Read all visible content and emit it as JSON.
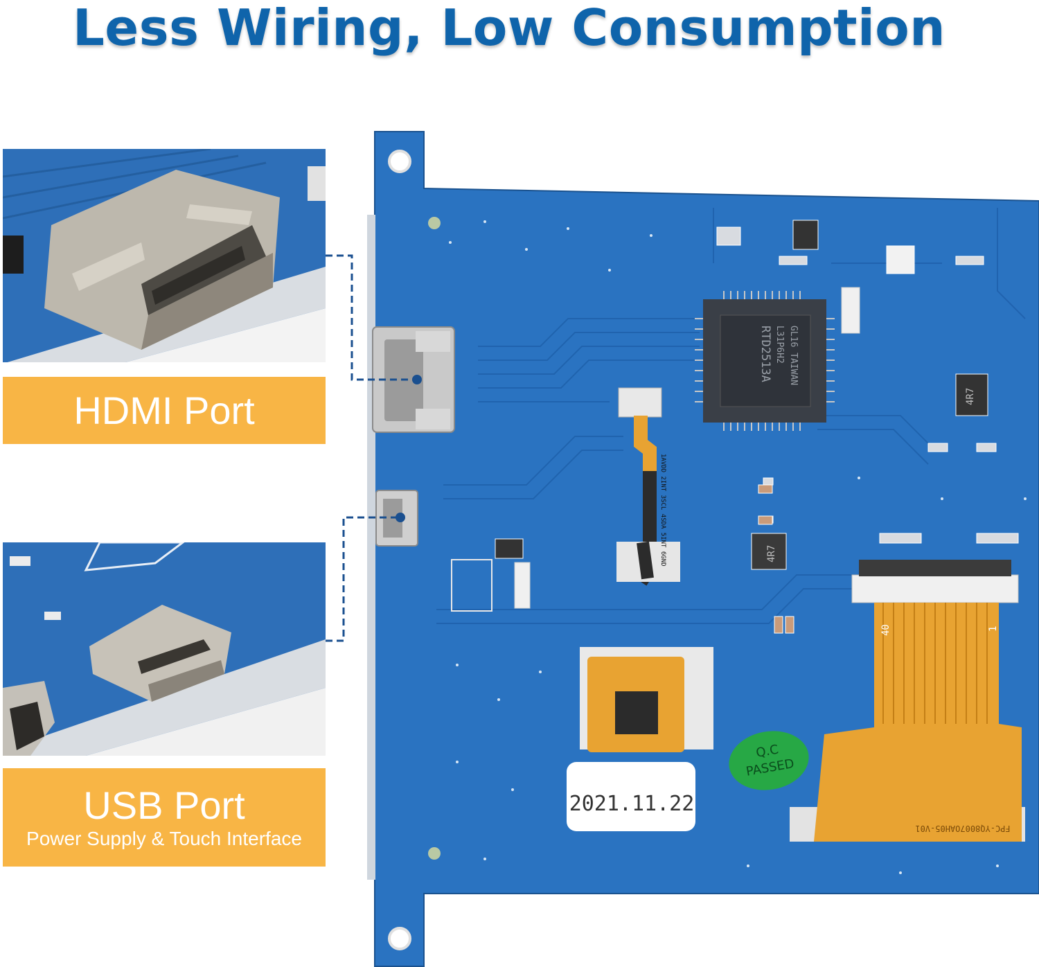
{
  "headline": "Less Wiring, Low Consumption",
  "callouts": [
    {
      "id": "hdmi",
      "title": "HDMI Port",
      "subtitle": ""
    },
    {
      "id": "usb",
      "title": "USB Port",
      "subtitle": "Power Supply & Touch Interface"
    }
  ],
  "board": {
    "chip_marking_1": "RTD2513A",
    "chip_marking_2": "L31P6H2",
    "chip_marking_3": "GL16 TAIWAN",
    "qc_line1": "Q.C",
    "qc_line2": "PASSED",
    "date_sticker": "2021.11.22",
    "fpc_pin_label": "40",
    "fpc_pin_label_end": "1",
    "fpc_part": "FPC-YQ8007OAH05-V01",
    "inductor_1": "4R7",
    "inductor_2": "4R7",
    "flex_pins": "1AVDD 2INT 3SCL 4SDA 5INT 6GND"
  },
  "colors": {
    "headline": "#0f64ab",
    "callout": "#f8b545",
    "pcb": "#2a73c1",
    "pcb_dark": "#1d5ea6",
    "fpc": "#e8a332",
    "qc_sticker": "#27a845"
  }
}
